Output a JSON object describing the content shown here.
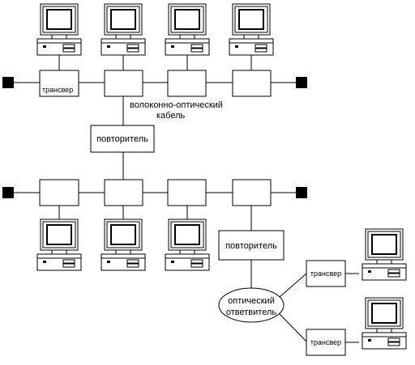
{
  "labels": {
    "transceiver_top": "трансвер",
    "fiber_cable_line1": "волоконно-оптический",
    "fiber_cable_line2": "кабель",
    "repeater_middle": "повторитель",
    "repeater_right": "повторитель",
    "optical_coupler_line1": "оптический",
    "optical_coupler_line2": "ответвитель",
    "transceiver_right_upper": "трансвер",
    "transceiver_right_lower": "трансвер"
  },
  "colors": {
    "stroke": "#000000",
    "background": "#ffffff"
  }
}
